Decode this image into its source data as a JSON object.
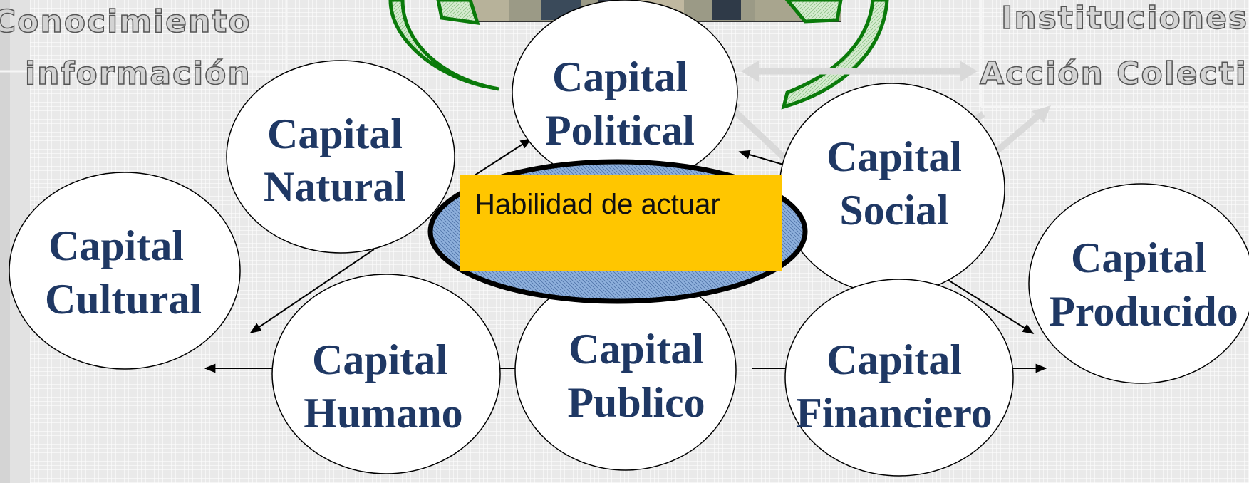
{
  "corners": {
    "left_line1": "Conocimiento",
    "left_line2": "información",
    "right_line1": "Instituciones",
    "right_line2": "Acción Colecti"
  },
  "nodes": {
    "political": [
      "Capital",
      "Political"
    ],
    "natural": [
      "Capital",
      "Natural"
    ],
    "social": [
      "Capital",
      "Social"
    ],
    "cultural": [
      "Capital",
      "Cultural"
    ],
    "producido": [
      "Capital",
      "Producido"
    ],
    "humano": [
      "Capital",
      "Humano"
    ],
    "publico": [
      "Capital",
      "Publico"
    ],
    "financiero": [
      "Capital",
      "Financiero"
    ]
  },
  "center_label": "Habilidad de actuar",
  "colors": {
    "node_text": "#1f3864",
    "center_ellipse": "#6d8fc4",
    "center_box": "#ffc600",
    "green_arrow": "#0a7a0a",
    "green_fill": "#b9ddb0"
  }
}
